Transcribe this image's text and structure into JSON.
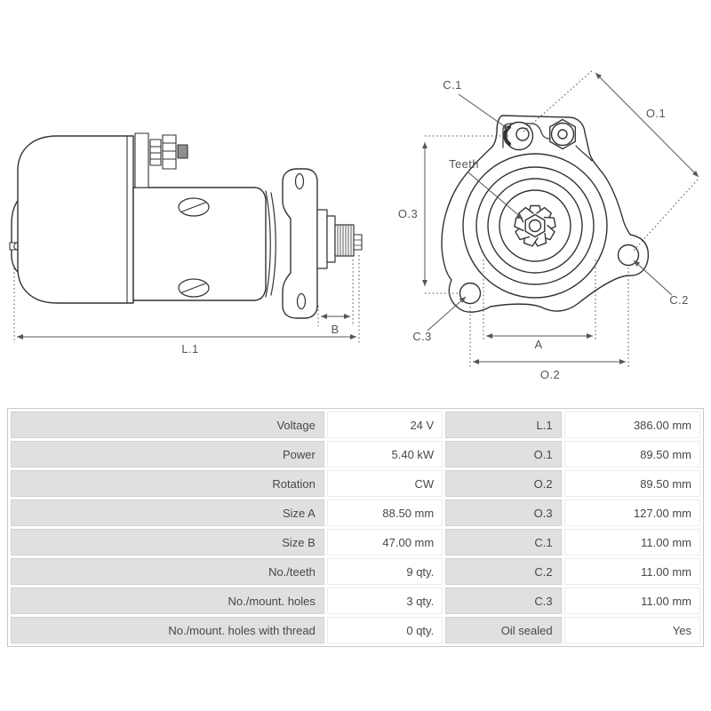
{
  "diagram": {
    "side_view": {
      "dim_b": "B",
      "dim_l1": "L.1"
    },
    "front_view": {
      "dim_c1": "C.1",
      "dim_o1": "O.1",
      "teeth_label": "Teeth",
      "dim_o3": "O.3",
      "dim_c3": "C.3",
      "dim_c2": "C.2",
      "dim_a": "A",
      "dim_o2": "O.2"
    }
  },
  "spec_table": {
    "rows": [
      {
        "label": "Voltage",
        "value": "24 V",
        "label2": "L.1",
        "value2": "386.00 mm"
      },
      {
        "label": "Power",
        "value": "5.40 kW",
        "label2": "O.1",
        "value2": "89.50 mm"
      },
      {
        "label": "Rotation",
        "value": "CW",
        "label2": "O.2",
        "value2": "89.50 mm"
      },
      {
        "label": "Size A",
        "value": "88.50 mm",
        "label2": "O.3",
        "value2": "127.00 mm"
      },
      {
        "label": "Size B",
        "value": "47.00 mm",
        "label2": "C.1",
        "value2": "11.00 mm"
      },
      {
        "label": "No./teeth",
        "value": "9 qty.",
        "label2": "C.2",
        "value2": "11.00 mm"
      },
      {
        "label": "No./mount. holes",
        "value": "3 qty.",
        "label2": "C.3",
        "value2": "11.00 mm"
      },
      {
        "label": "No./mount. holes with thread",
        "value": "0 qty.",
        "label2": "Oil sealed",
        "value2": "Yes"
      }
    ]
  },
  "colors": {
    "outline": "#333333",
    "dimension": "#555555",
    "table_cell_gray": "#e0e0e0",
    "table_border": "#c9c9c9",
    "terminal_tip_gray": "#8f8f8f"
  }
}
